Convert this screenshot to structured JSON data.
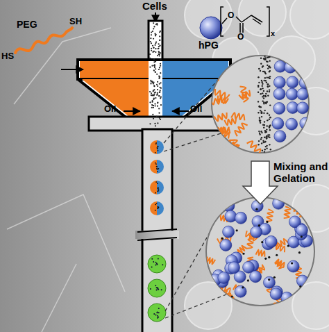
{
  "diagram": {
    "labels": [
      "Cells",
      "PEG",
      "HS",
      "SH",
      "hPG",
      "O",
      "O",
      "x",
      "Oil",
      "Oil",
      "Mixing and Gelation"
    ]
  }
}
